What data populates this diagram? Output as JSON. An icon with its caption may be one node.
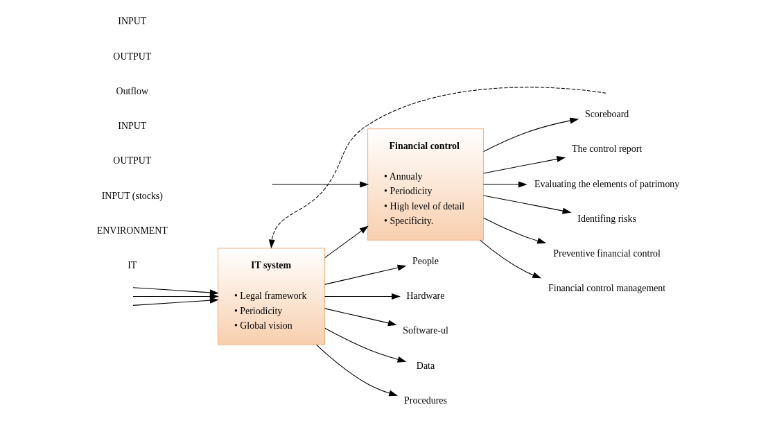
{
  "diagram": {
    "nodes": [
      {
        "text": [
          "IT system",
          "• Legal framework",
          "• Periodicity",
          "• Global vision"
        ]
      },
      {
        "text": [
          "Financial control",
          "• Annualy",
          "• Periodicity",
          "• High level of detail",
          "• Specificity."
        ]
      },
      {
        "text": [
          "Hardware"
        ]
      },
      {
        "text": [
          "Software-ul"
        ]
      },
      {
        "text": [
          "Data"
        ]
      },
      {
        "text": [
          "Procedures"
        ]
      },
      {
        "text": [
          "People"
        ]
      },
      {
        "text": [
          "Evaluating the elements of patrimony"
        ]
      },
      {
        "text": [
          "Identifing risks"
        ]
      },
      {
        "text": [
          "Preventive financial control"
        ]
      },
      {
        "text": [
          "Financial control management"
        ]
      },
      {
        "text": [
          "Scoreboard"
        ]
      },
      {
        "text": [
          "The control report"
        ]
      }
    ],
    "edges": [
      {
        "from": null,
        "to": 0,
        "arrow": "to",
        "style": "dashed"
      },
      {
        "from": null,
        "to": 0,
        "arrow": "to"
      },
      {
        "from": null,
        "to": 0,
        "arrow": "to"
      },
      {
        "from": null,
        "to": 0,
        "arrow": "to"
      },
      {
        "from": 0,
        "to": 2,
        "arrow": "to"
      },
      {
        "from": 0,
        "to": 3,
        "arrow": "to"
      },
      {
        "from": 0,
        "to": 4,
        "arrow": "to"
      },
      {
        "from": 0,
        "to": 5,
        "arrow": "to"
      },
      {
        "from": 0,
        "to": 6,
        "arrow": "to"
      },
      {
        "from": 0,
        "to": 1,
        "arrow": "to"
      },
      {
        "from": null,
        "to": 1,
        "arrow": "to"
      },
      {
        "from": 1,
        "to": 7,
        "arrow": "to"
      },
      {
        "from": 1,
        "to": 8,
        "arrow": "to"
      },
      {
        "from": 1,
        "to": 9,
        "arrow": "to"
      },
      {
        "from": 1,
        "to": 10,
        "arrow": "to"
      },
      {
        "from": 1,
        "to": 11,
        "arrow": "to"
      },
      {
        "from": 1,
        "to": 12,
        "arrow": "to"
      }
    ],
    "labels": [
      "IT",
      "ENVIRONMENT",
      "INPUT (stocks)",
      "OUTPUT",
      "INPUT",
      "Outflow",
      "OUTPUT",
      "INPUT"
    ]
  }
}
